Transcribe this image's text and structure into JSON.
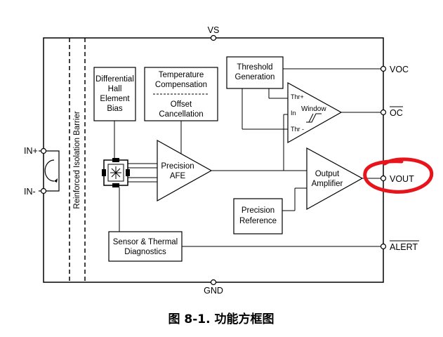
{
  "pins": {
    "vs": "VS",
    "gnd": "GND",
    "in_plus": "IN+",
    "in_minus": "IN-",
    "voc": "VOC",
    "oc": "OC",
    "vout": "VOUT",
    "alert": "ALERT"
  },
  "blocks": {
    "hall_bias": [
      "Differential",
      "Hall",
      "Element",
      "Bias"
    ],
    "temp_comp": [
      "Temperature",
      "Compensation"
    ],
    "offset_cancel": [
      "Offset",
      "Cancellation"
    ],
    "threshold_gen": [
      "Threshold",
      "Generation"
    ],
    "precision_afe": [
      "Precision",
      "AFE"
    ],
    "output_amp": [
      "Output",
      "Amplifier"
    ],
    "precision_ref": [
      "Precision",
      "Reference"
    ],
    "sensor_diag": [
      "Sensor & Thermal",
      "Diagnostics"
    ],
    "window": "Window",
    "thr_plus": "Thr+",
    "in": "In",
    "thr_minus": "Thr -",
    "barrier": "Reinforced Isolation Barrier"
  },
  "caption": "图 8-1. 功能方框图",
  "colors": {
    "line": "#000000",
    "highlight": "#e8141c"
  },
  "highlight_target": "VOUT"
}
